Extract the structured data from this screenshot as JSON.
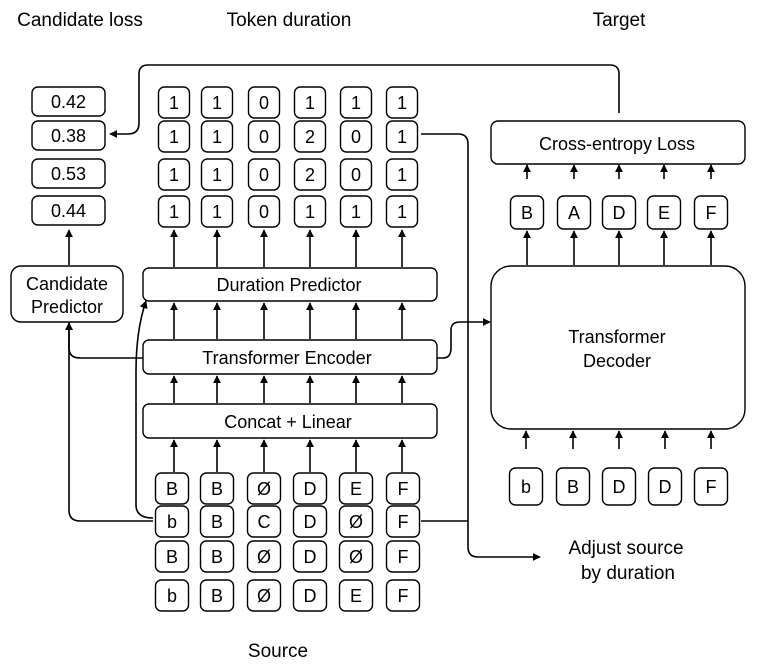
{
  "headers": {
    "candidate_loss": "Candidate loss",
    "token_duration": "Token duration",
    "target": "Target",
    "source": "Source"
  },
  "candidate_losses": [
    "0.42",
    "0.38",
    "0.53",
    "0.44"
  ],
  "token_durations": [
    [
      "1",
      "1",
      "0",
      "1",
      "1",
      "1"
    ],
    [
      "1",
      "1",
      "0",
      "2",
      "0",
      "1"
    ],
    [
      "1",
      "1",
      "0",
      "2",
      "0",
      "1"
    ],
    [
      "1",
      "1",
      "0",
      "1",
      "1",
      "1"
    ]
  ],
  "source_tokens": [
    [
      "B",
      "B",
      "Ø",
      "D",
      "E",
      "F"
    ],
    [
      "b",
      "B",
      "C",
      "D",
      "Ø",
      "F"
    ],
    [
      "B",
      "B",
      "Ø",
      "D",
      "Ø",
      "F"
    ],
    [
      "b",
      "B",
      "Ø",
      "D",
      "E",
      "F"
    ]
  ],
  "modules": {
    "candidate_predictor": [
      "Candidate",
      "Predictor"
    ],
    "duration_predictor": "Duration Predictor",
    "transformer_encoder": "Transformer Encoder",
    "concat_linear": "Concat + Linear",
    "transformer_decoder": [
      "Transformer",
      "Decoder"
    ],
    "cross_entropy_loss": "Cross-entropy Loss"
  },
  "target_tokens": [
    "B",
    "A",
    "D",
    "E",
    "F"
  ],
  "decoder_inputs": [
    "b",
    "B",
    "D",
    "D",
    "F"
  ],
  "adjust_source": [
    "Adjust source",
    "by duration"
  ],
  "colors": {
    "stroke": "#000000",
    "fill": "#ffffff"
  }
}
